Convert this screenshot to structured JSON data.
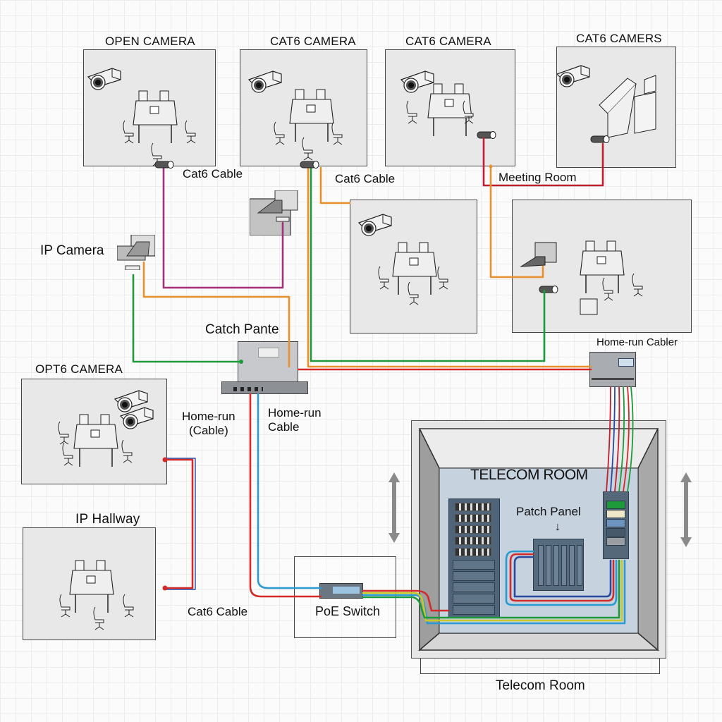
{
  "diagram": {
    "title_rooms": [
      {
        "id": "open-camera",
        "label": "OPEN CAMERA"
      },
      {
        "id": "cat6-camera-1",
        "label": "CAT6 CAMERA"
      },
      {
        "id": "cat6-camera-2",
        "label": "CAT6 CAMERA"
      },
      {
        "id": "cat6-camers",
        "label": "CAT6 CAMERS"
      },
      {
        "id": "opt6-camera",
        "label": "OPT6 CAMERA"
      },
      {
        "id": "ip-hallway",
        "label": "IP Hallway"
      }
    ],
    "cable_labels": {
      "cat6_cable_1": "Cat6 Cable",
      "cat6_cable_2": "Cat6 Cable",
      "cat6_cable_3": "Cat6 Cable",
      "meeting_room": "Meeting Room",
      "home_run_paren_1": "Home-run",
      "home_run_paren_2": "(Cable)",
      "home_run_1": "Home-run",
      "home_run_2": "Cable",
      "home_run_cabler": "Home-run Cabler"
    },
    "device_labels": {
      "ip_camera": "IP Camera",
      "catch_pante": "Catch Pante",
      "poe_switch": "PoE Switch",
      "patch_panel": "Patch Panel"
    },
    "telecom": {
      "inner_title": "TELECOM ROOM",
      "caption": "Telecom Room"
    },
    "cable_colors": {
      "purple": "#a0307a",
      "orange": "#e8912c",
      "green": "#1f9a3a",
      "red": "#d42a2a",
      "blue": "#2a9ad0",
      "darkred": "#c0202e",
      "navy": "#2a4aa0",
      "yellow": "#c8c826"
    },
    "cabinet_band_colors": [
      "#1f9a3a",
      "#efe8c8",
      "#6d93bf",
      "#45596b",
      "#9a9ea3"
    ]
  }
}
